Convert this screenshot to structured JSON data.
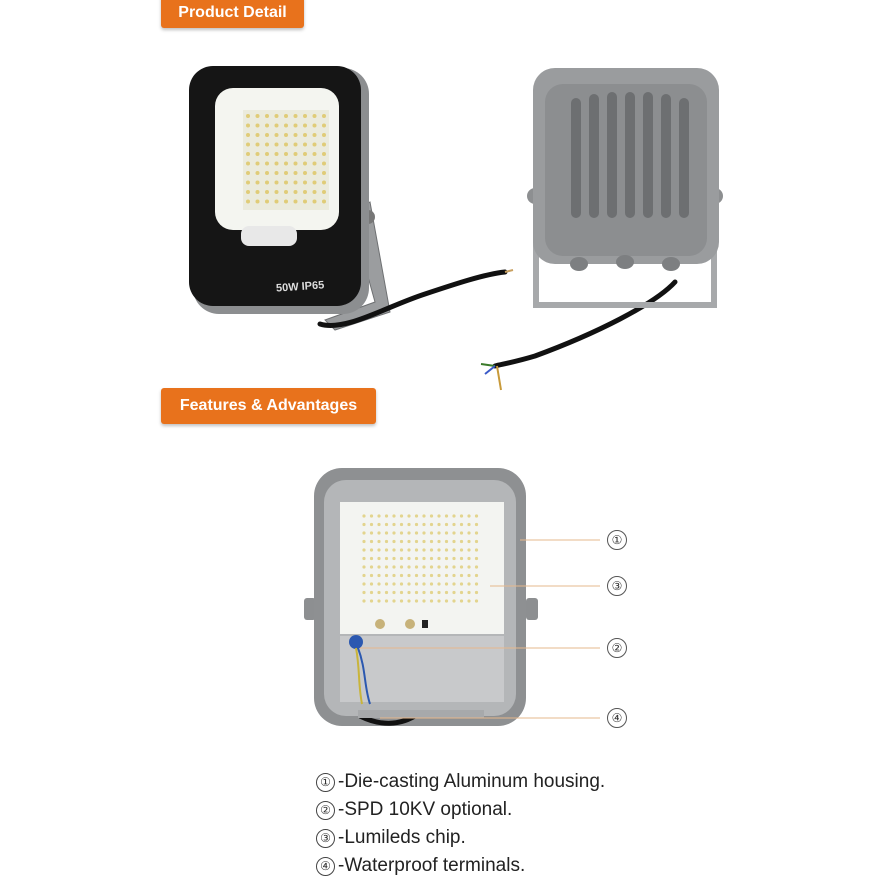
{
  "sections": {
    "product_detail": "Product Detail",
    "features": "Features & Advantages"
  },
  "product": {
    "front_label": "50W IP65"
  },
  "callouts": [
    "①",
    "③",
    "②",
    "④"
  ],
  "features": [
    {
      "num": "①",
      "text": "-Die-casting Aluminum housing."
    },
    {
      "num": "②",
      "text": "-SPD 10KV optional."
    },
    {
      "num": "③",
      "text": "-Lumileds chip."
    },
    {
      "num": "④",
      "text": "-Waterproof terminals."
    }
  ],
  "colors": {
    "banner": "#e8721c",
    "housing_gray": "#8a8c8f",
    "front_black": "#141414"
  }
}
